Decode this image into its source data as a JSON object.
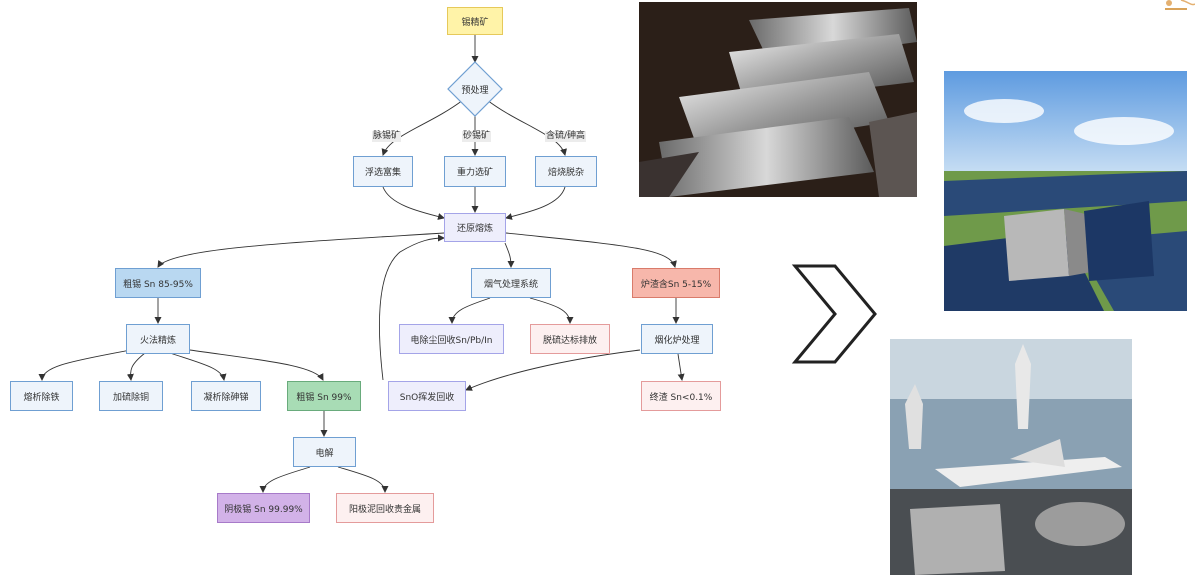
{
  "diagram": {
    "nodes": {
      "ore": "锡精矿",
      "pre": "预处理",
      "float": "浮选富集",
      "gravity": "重力选矿",
      "roast": "焙烧脱杂",
      "reduce": "还原熔炼",
      "crude": "粗锡 Sn 85-95%",
      "fumesys": "烟气处理系统",
      "slag": "炉渣含Sn 5-15%",
      "fire": "火法精炼",
      "dust": "电除尘回收Sn/Pb/In",
      "desulf": "脱硫达标排放",
      "fumer": "烟化炉处理",
      "fe": "熔析除铁",
      "cu": "加硫除铜",
      "asb": "凝析除砷锑",
      "crude99": "粗锡 Sn 99%",
      "sno": "SnO挥发回收",
      "final": "终渣 Sn<0.1%",
      "electro": "电解",
      "cathode": "阴极锡 Sn 99.99%",
      "anode": "阳极泥回收贵金属"
    },
    "edge_labels": {
      "lode": "脉锡矿",
      "placer": "砂锡矿",
      "sulfur": "含硫/砷高"
    }
  },
  "photos": {
    "ingots": "tin-ingots-photo",
    "solar": "solar-panel-photo",
    "factory": "aerospace-factory-photo"
  },
  "colors": {
    "yellow": "#fff3a8",
    "blue": "#eef4fb",
    "lavender": "#eeeefc",
    "dark_blue": "#b9d8f1",
    "red": "#f7b7ab",
    "pink": "#fdf0f0",
    "green": "#a8dcb5",
    "purple": "#d2b2e8",
    "edge": "#333333"
  }
}
